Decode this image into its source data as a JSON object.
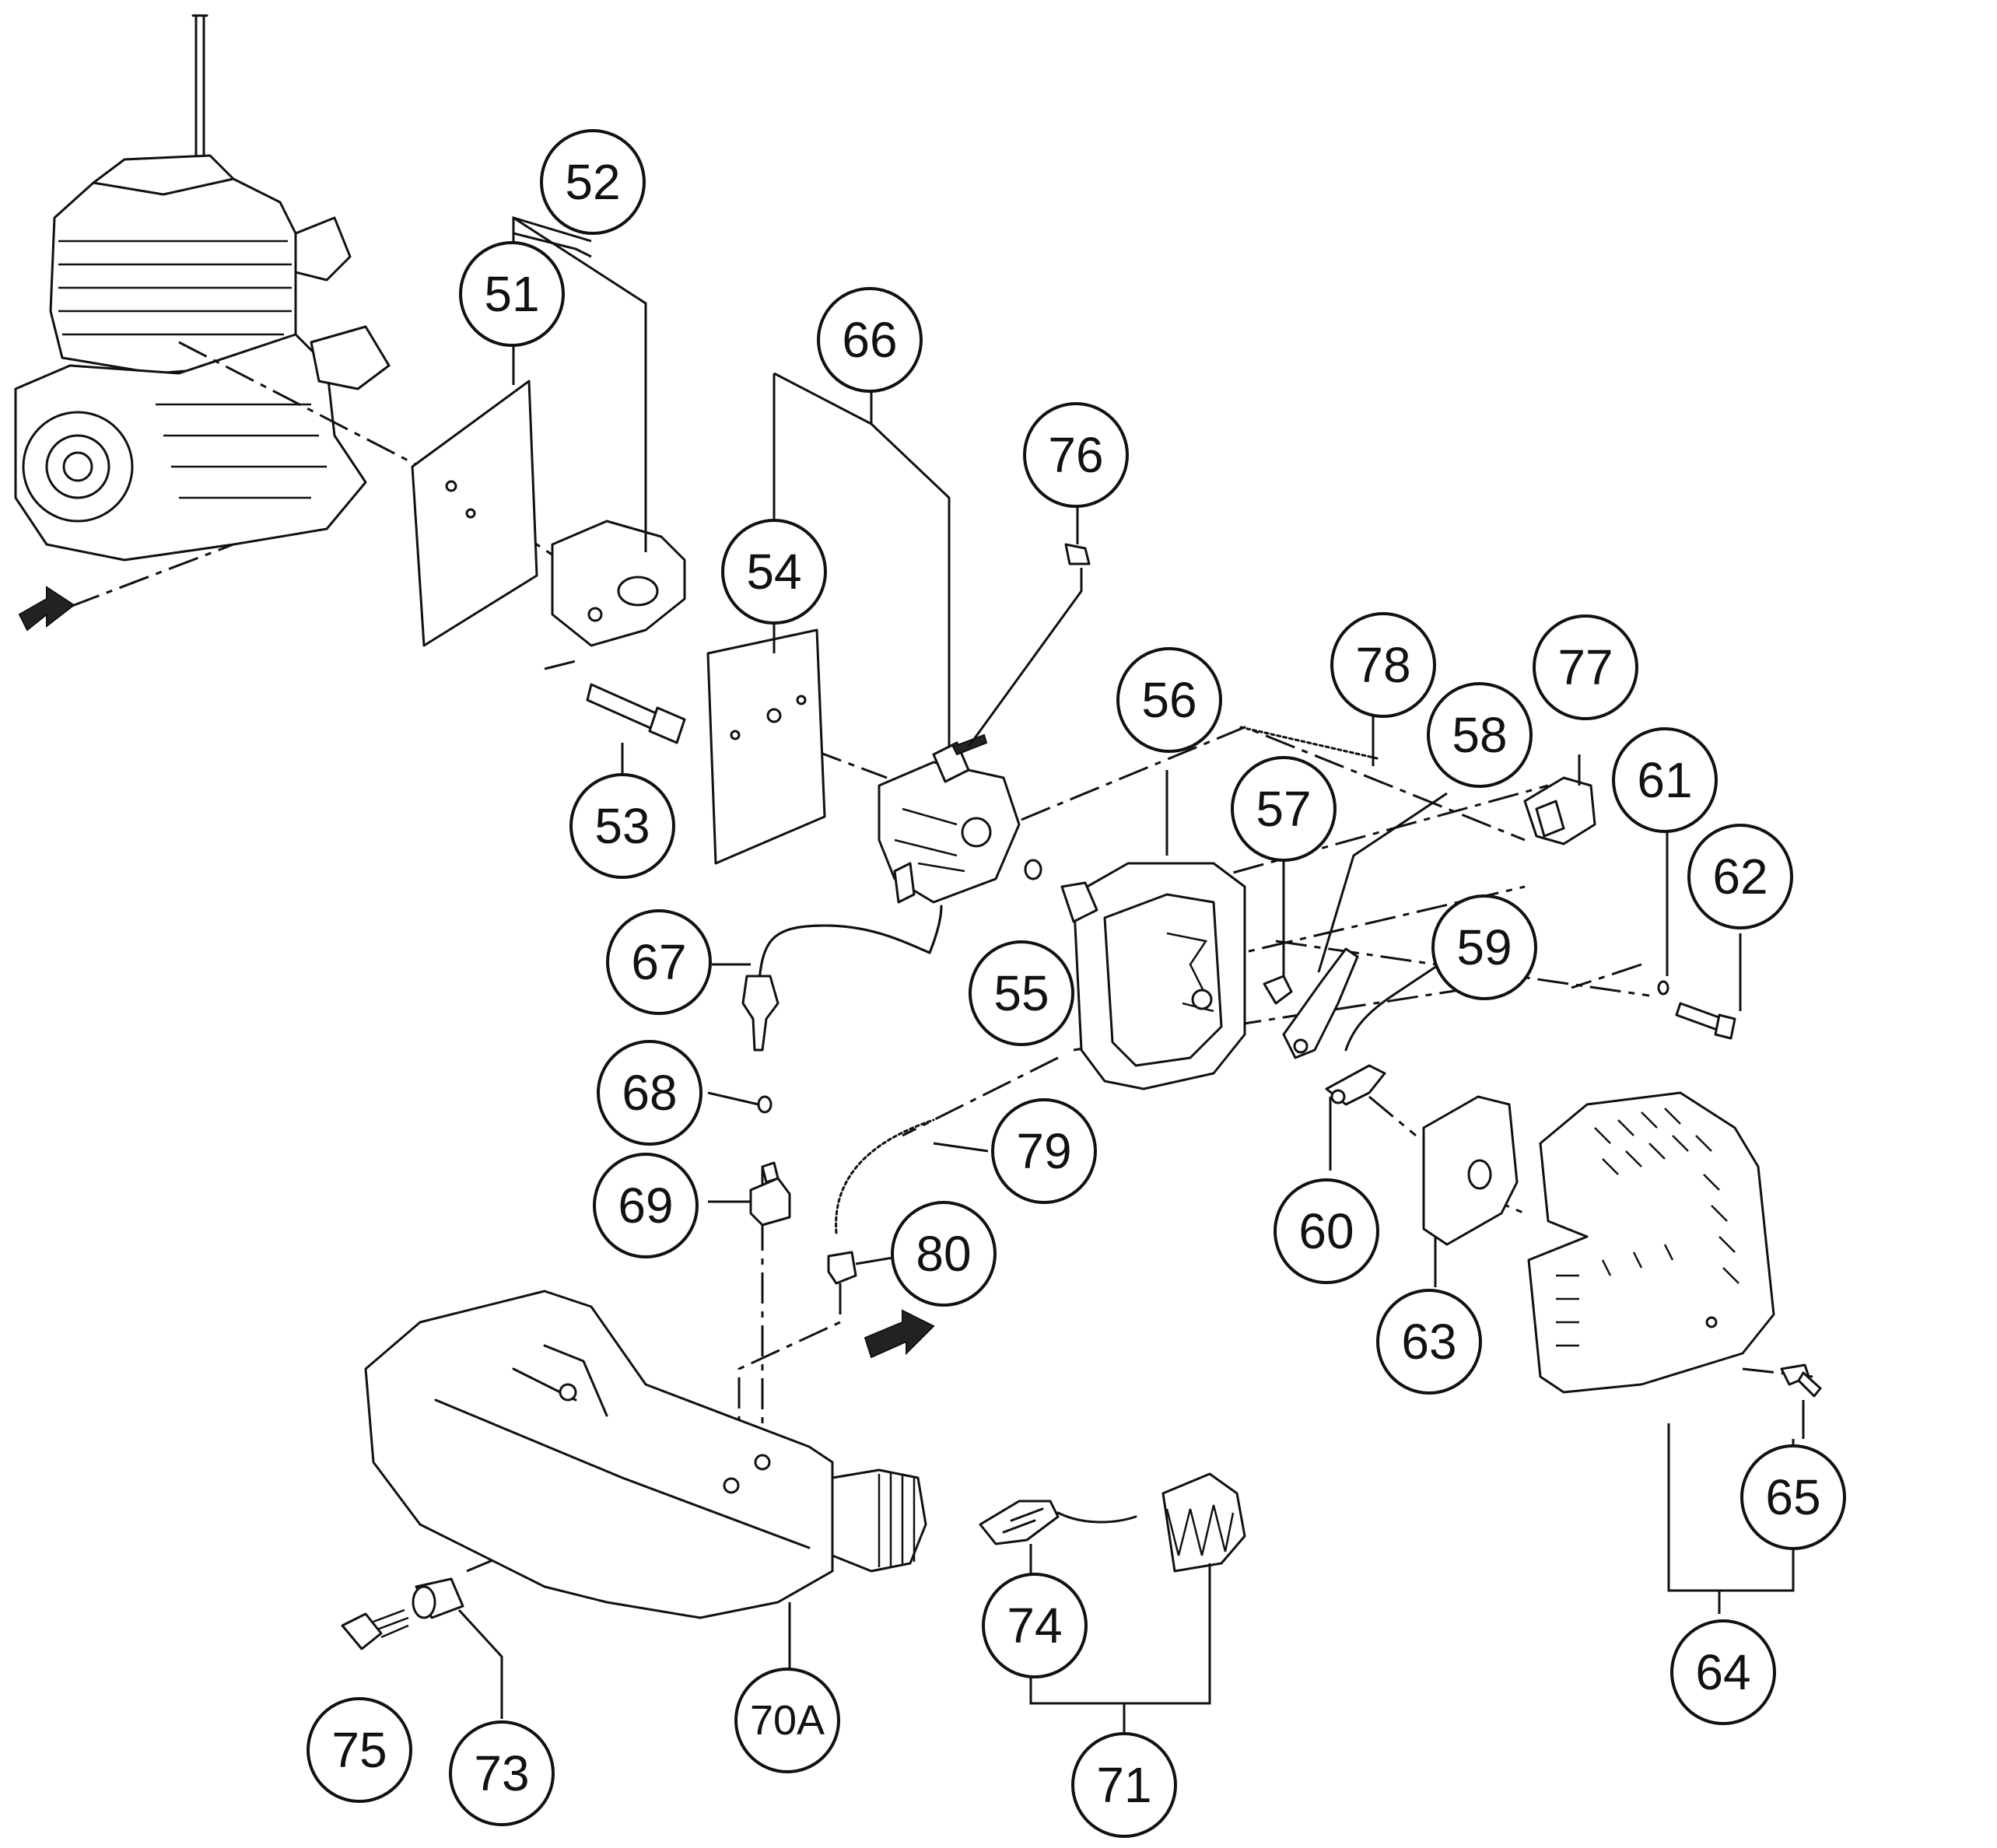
{
  "diagram": {
    "callouts": [
      {
        "id": "51",
        "label": "51"
      },
      {
        "id": "52",
        "label": "52"
      },
      {
        "id": "53",
        "label": "53"
      },
      {
        "id": "54",
        "label": "54"
      },
      {
        "id": "55",
        "label": "55"
      },
      {
        "id": "56",
        "label": "56"
      },
      {
        "id": "57",
        "label": "57"
      },
      {
        "id": "58",
        "label": "58"
      },
      {
        "id": "59",
        "label": "59"
      },
      {
        "id": "60",
        "label": "60"
      },
      {
        "id": "61",
        "label": "61"
      },
      {
        "id": "62",
        "label": "62"
      },
      {
        "id": "63",
        "label": "63"
      },
      {
        "id": "64",
        "label": "64"
      },
      {
        "id": "65",
        "label": "65"
      },
      {
        "id": "66",
        "label": "66"
      },
      {
        "id": "67",
        "label": "67"
      },
      {
        "id": "68",
        "label": "68"
      },
      {
        "id": "69",
        "label": "69"
      },
      {
        "id": "70A",
        "label": "70A"
      },
      {
        "id": "71",
        "label": "71"
      },
      {
        "id": "73",
        "label": "73"
      },
      {
        "id": "74",
        "label": "74"
      },
      {
        "id": "75",
        "label": "75"
      },
      {
        "id": "76",
        "label": "76"
      },
      {
        "id": "77",
        "label": "77"
      },
      {
        "id": "78",
        "label": "78"
      },
      {
        "id": "79",
        "label": "79"
      },
      {
        "id": "80",
        "label": "80"
      }
    ],
    "icons": {
      "direction_arrow": "arrow-right-icon"
    }
  }
}
